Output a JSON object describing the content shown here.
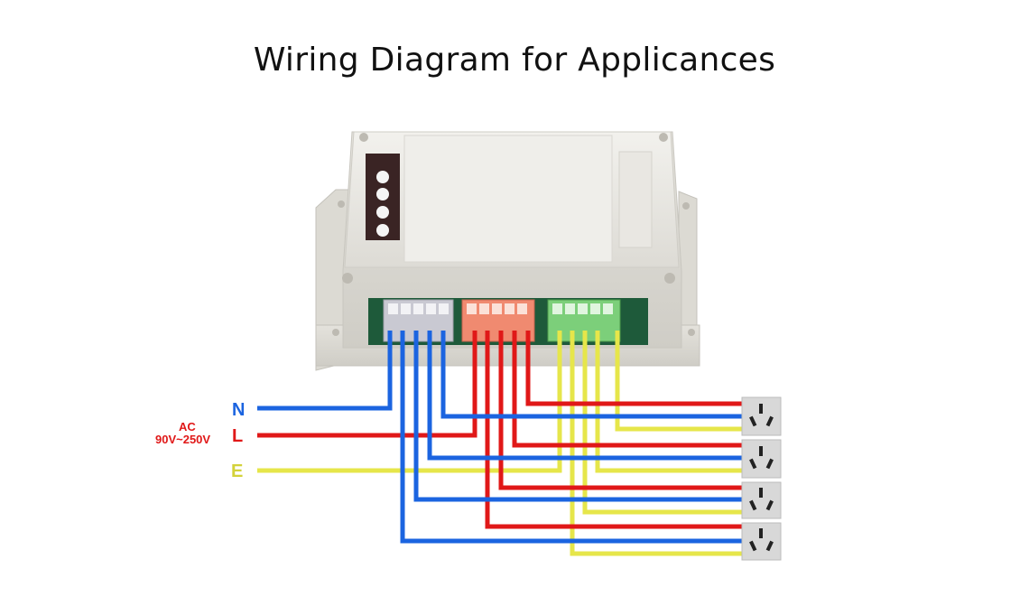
{
  "title": "Wiring Diagram for Applicances",
  "inputs": [
    {
      "letter": "N",
      "color": "#1b64e0"
    },
    {
      "letter": "L",
      "color": "#e01818"
    },
    {
      "letter": "E",
      "color": "#d3d23a"
    }
  ],
  "ac_label": "AC",
  "voltage_label": "90V~250V",
  "colors": {
    "neutral_wire": "#1b64e0",
    "live_wire": "#e01818",
    "earth_wire": "#e6e64a",
    "neutral_terminal": "#c9c9d2",
    "live_terminal": "#f08a70",
    "earth_terminal": "#7ccf7a",
    "enclosure": "#e8e6e1"
  },
  "outlets": [
    {
      "name": "outlet-1"
    },
    {
      "name": "outlet-2"
    },
    {
      "name": "outlet-3"
    },
    {
      "name": "outlet-4"
    }
  ]
}
